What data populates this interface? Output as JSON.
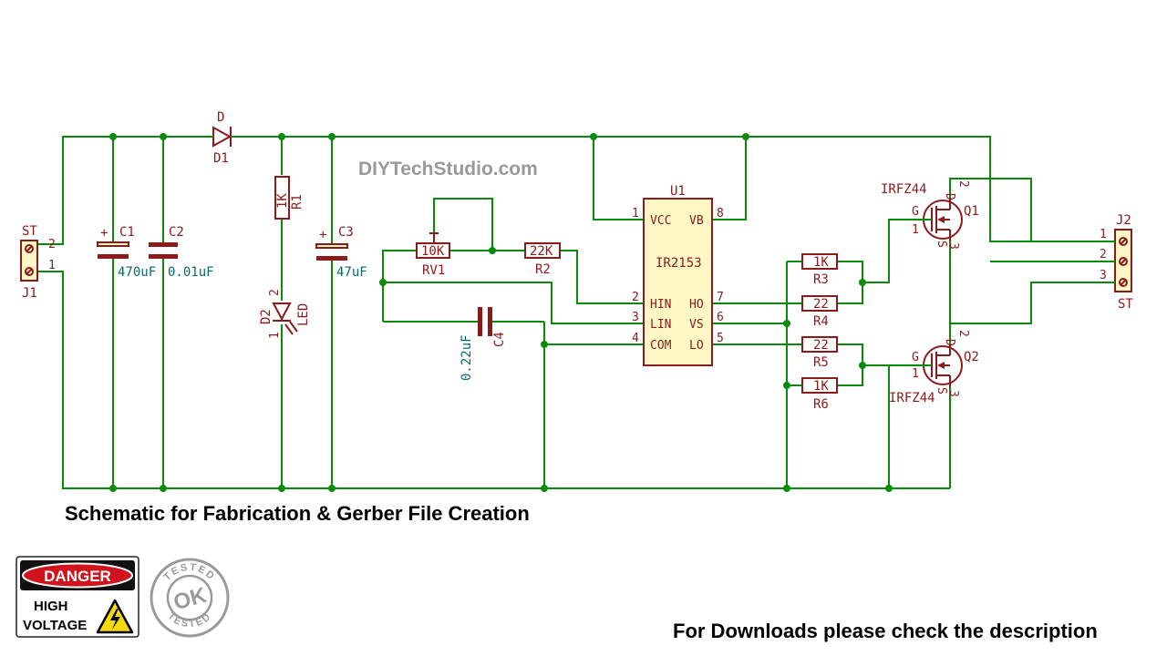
{
  "watermark": "DIYTechStudio.com",
  "caption_main": "Schematic for Fabrication & Gerber File Creation",
  "caption_download": "For Downloads please check the description",
  "colors": {
    "wire": "#0a8a0a",
    "component": "#8b1a1a",
    "value_text": "#0a6a6a",
    "ic_fill": "#fff7c4",
    "danger_red": "#d0141e"
  },
  "danger_sign": {
    "title": "DANGER",
    "line1": "HIGH",
    "line2": "VOLTAGE",
    "icon": "high-voltage-icon"
  },
  "tested_stamp": {
    "ring_text": "TESTED",
    "center": "OK"
  },
  "components": {
    "J1": {
      "ref": "J1",
      "value": "ST",
      "pin1": "1",
      "pin2": "2"
    },
    "J2": {
      "ref": "J2",
      "value": "ST",
      "pin1": "1",
      "pin2": "2",
      "pin3": "3"
    },
    "C1": {
      "ref": "C1",
      "value": "470uF",
      "pol": "+"
    },
    "C2": {
      "ref": "C2",
      "value": "0.01uF"
    },
    "C3": {
      "ref": "C3",
      "value": "47uF",
      "pol": "+"
    },
    "C4": {
      "ref": "C4",
      "value": "0.22uF"
    },
    "D1": {
      "ref": "D1",
      "value": "D"
    },
    "D2": {
      "ref": "D2",
      "value": "LED",
      "pin1": "1",
      "pin2": "2"
    },
    "R1": {
      "ref": "R1",
      "value": "1K"
    },
    "R2": {
      "ref": "R2",
      "value": "22K"
    },
    "R3": {
      "ref": "R3",
      "value": "1K"
    },
    "R4": {
      "ref": "R4",
      "value": "22"
    },
    "R5": {
      "ref": "R5",
      "value": "22"
    },
    "R6": {
      "ref": "R6",
      "value": "1K"
    },
    "RV1": {
      "ref": "RV1",
      "value": "10K"
    },
    "U1": {
      "ref": "U1",
      "value": "IR2153",
      "pins": {
        "vcc": "VCC",
        "hin": "HIN",
        "lin": "LIN",
        "com": "COM",
        "vb": "VB",
        "ho": "HO",
        "vs": "VS",
        "lo": "LO"
      },
      "nums": {
        "p1": "1",
        "p2": "2",
        "p3": "3",
        "p4": "4",
        "p5": "5",
        "p6": "6",
        "p7": "7",
        "p8": "8"
      }
    },
    "Q1": {
      "ref": "Q1",
      "value": "IRFZ44",
      "g": "G",
      "d": "D",
      "s": "S",
      "p1": "1",
      "p2": "2",
      "p3": "3"
    },
    "Q2": {
      "ref": "Q2",
      "value": "IRFZ44",
      "g": "G",
      "d": "D",
      "s": "S",
      "p1": "1",
      "p2": "2",
      "p3": "3"
    }
  }
}
